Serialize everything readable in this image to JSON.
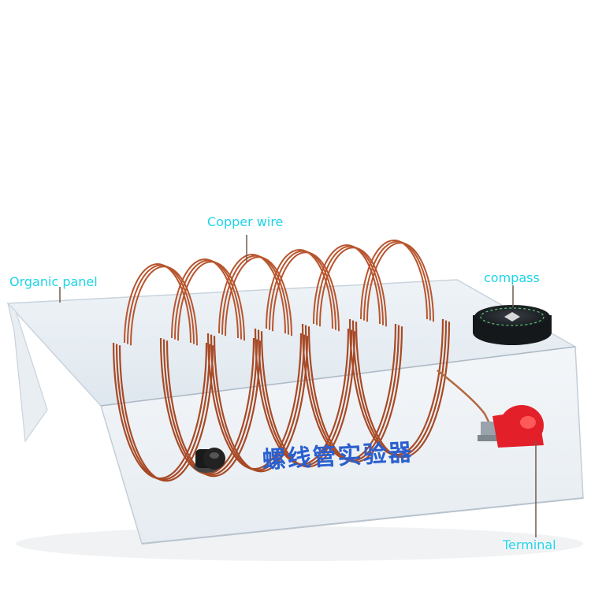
{
  "labels": {
    "copper_wire": "Copper wire",
    "organic_panel": "Organic panel",
    "compass": "compass",
    "terminal": "Terminal"
  },
  "panel_text": "螺线管实验器",
  "colors": {
    "label": "#1fd3e8",
    "panel_text": "#2a5fd0",
    "copper": "#b8552e",
    "red_terminal": "#e3202a",
    "black_terminal": "#1a1a1a"
  },
  "icons": {
    "compass": "compass-icon"
  }
}
